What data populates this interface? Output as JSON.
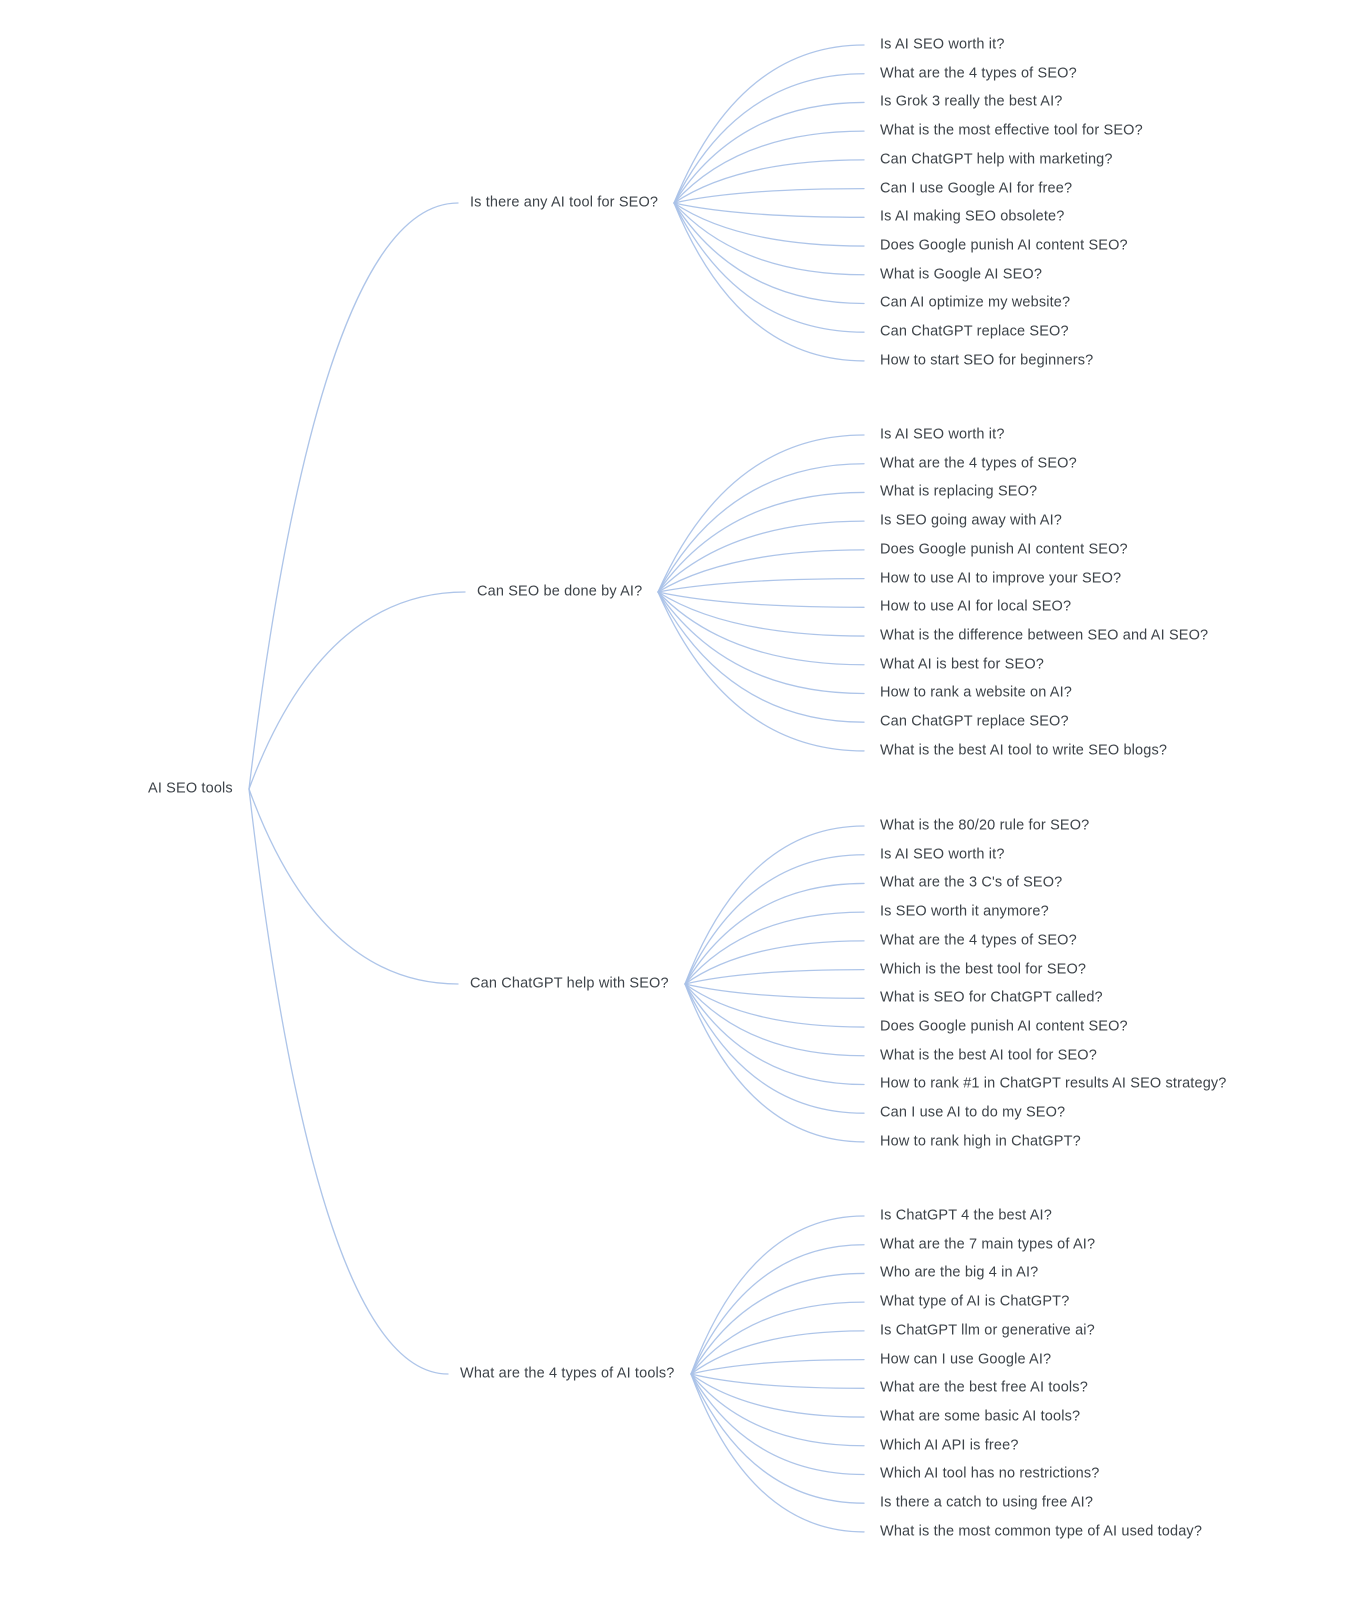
{
  "colors": {
    "line": "#aac2e8",
    "text": "#3d4349",
    "background": "#ffffff"
  },
  "root": {
    "label": "AI SEO tools"
  },
  "branches": [
    {
      "label": "Is there any AI tool for SEO?",
      "children": [
        {
          "label": "Is AI SEO worth it?"
        },
        {
          "label": "What are the 4 types of SEO?"
        },
        {
          "label": "Is Grok 3 really the best AI?"
        },
        {
          "label": "What is the most effective tool for SEO?"
        },
        {
          "label": "Can ChatGPT help with marketing?"
        },
        {
          "label": "Can I use Google AI for free?"
        },
        {
          "label": "Is AI making SEO obsolete?"
        },
        {
          "label": "Does Google punish AI content SEO?"
        },
        {
          "label": "What is Google AI SEO?"
        },
        {
          "label": "Can AI optimize my website?"
        },
        {
          "label": "Can ChatGPT replace SEO?"
        },
        {
          "label": "How to start SEO for beginners?"
        }
      ]
    },
    {
      "label": "Can SEO be done by AI?",
      "children": [
        {
          "label": "Is AI SEO worth it?"
        },
        {
          "label": "What are the 4 types of SEO?"
        },
        {
          "label": "What is replacing SEO?"
        },
        {
          "label": "Is SEO going away with AI?"
        },
        {
          "label": "Does Google punish AI content SEO?"
        },
        {
          "label": "How to use AI to improve your SEO?"
        },
        {
          "label": "How to use AI for local SEO?"
        },
        {
          "label": "What is the difference between SEO and AI SEO?"
        },
        {
          "label": "What AI is best for SEO?"
        },
        {
          "label": "How to rank a website on AI?"
        },
        {
          "label": "Can ChatGPT replace SEO?"
        },
        {
          "label": "What is the best AI tool to write SEO blogs?"
        }
      ]
    },
    {
      "label": "Can ChatGPT help with SEO?",
      "children": [
        {
          "label": "What is the 80/20 rule for SEO?"
        },
        {
          "label": "Is AI SEO worth it?"
        },
        {
          "label": "What are the 3 C's of SEO?"
        },
        {
          "label": "Is SEO worth it anymore?"
        },
        {
          "label": "What are the 4 types of SEO?"
        },
        {
          "label": "Which is the best tool for SEO?"
        },
        {
          "label": "What is SEO for ChatGPT called?"
        },
        {
          "label": "Does Google punish AI content SEO?"
        },
        {
          "label": "What is the best AI tool for SEO?"
        },
        {
          "label": "How to rank #1 in ChatGPT results AI SEO strategy?"
        },
        {
          "label": "Can I use AI to do my SEO?"
        },
        {
          "label": "How to rank high in ChatGPT?"
        }
      ]
    },
    {
      "label": "What are the 4 types of AI tools?",
      "children": [
        {
          "label": "Is ChatGPT 4 the best AI?"
        },
        {
          "label": "What are the 7 main types of AI?"
        },
        {
          "label": "Who are the big 4 in AI?"
        },
        {
          "label": "What type of AI is ChatGPT?"
        },
        {
          "label": "Is ChatGPT llm or generative ai?"
        },
        {
          "label": "How can I use Google AI?"
        },
        {
          "label": "What are the best free AI tools?"
        },
        {
          "label": "What are some basic AI tools?"
        },
        {
          "label": "Which AI API is free?"
        },
        {
          "label": "Which AI tool has no restrictions?"
        },
        {
          "label": "Is there a catch to using free AI?"
        },
        {
          "label": "What is the most common type of AI used today?"
        }
      ]
    }
  ]
}
